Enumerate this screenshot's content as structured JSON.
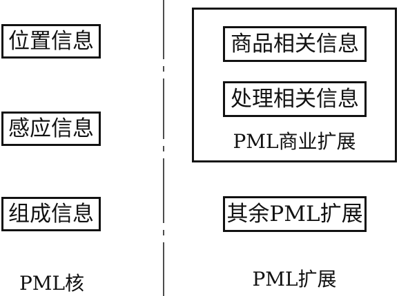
{
  "core": {
    "items": [
      {
        "label": "位置信息"
      },
      {
        "label": "感应信息"
      },
      {
        "label": "组成信息"
      }
    ],
    "caption": "PML核"
  },
  "extension": {
    "commerce_group": {
      "items": [
        {
          "label": "商品相关信息"
        },
        {
          "label": "处理相关信息"
        }
      ],
      "caption": "PML商业扩展"
    },
    "other_item": {
      "label": "其余PML扩展"
    },
    "caption": "PML扩展"
  }
}
